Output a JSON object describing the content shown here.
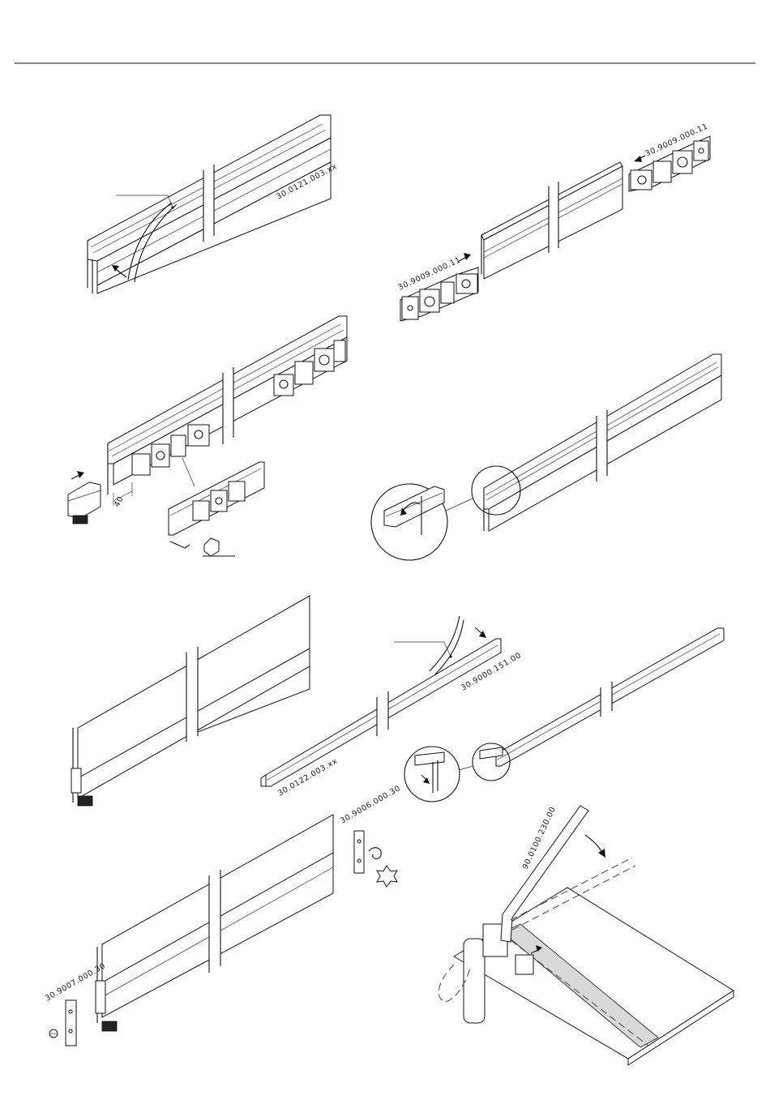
{
  "labels": {
    "track_profile": "30.0121.003.xx",
    "carriage_left": "30.9009.000.11",
    "carriage_right": "30.9009.000.11",
    "dimension": "40",
    "cover_profile": "30.9000.151.00",
    "bottom_profile": "30.0122.003.xx",
    "end_cap_left": "30.9007.000.30",
    "end_cap_right": "30.9006.000.30",
    "tool": "90.0100.230.00"
  },
  "colors": {
    "line": "#111111",
    "shade": "#d9d9d9",
    "paper": "#ffffff"
  }
}
